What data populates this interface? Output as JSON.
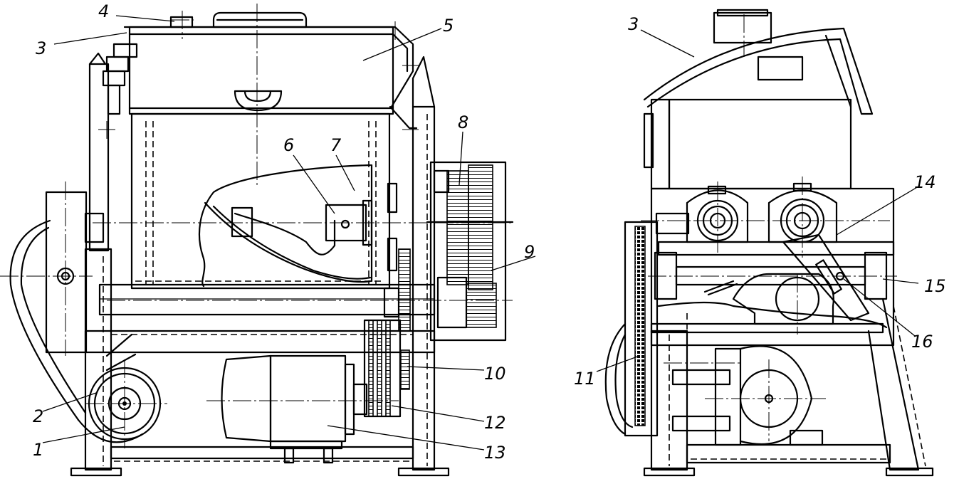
{
  "callouts": {
    "front": [
      {
        "label": "1"
      },
      {
        "label": "2"
      },
      {
        "label": "3"
      },
      {
        "label": "4"
      },
      {
        "label": "5"
      },
      {
        "label": "6"
      },
      {
        "label": "7"
      },
      {
        "label": "8"
      },
      {
        "label": "9"
      },
      {
        "label": "10"
      },
      {
        "label": "12"
      },
      {
        "label": "13"
      }
    ],
    "side": [
      {
        "label": "3"
      },
      {
        "label": "11"
      },
      {
        "label": "14"
      },
      {
        "label": "15"
      },
      {
        "label": "16"
      }
    ]
  }
}
